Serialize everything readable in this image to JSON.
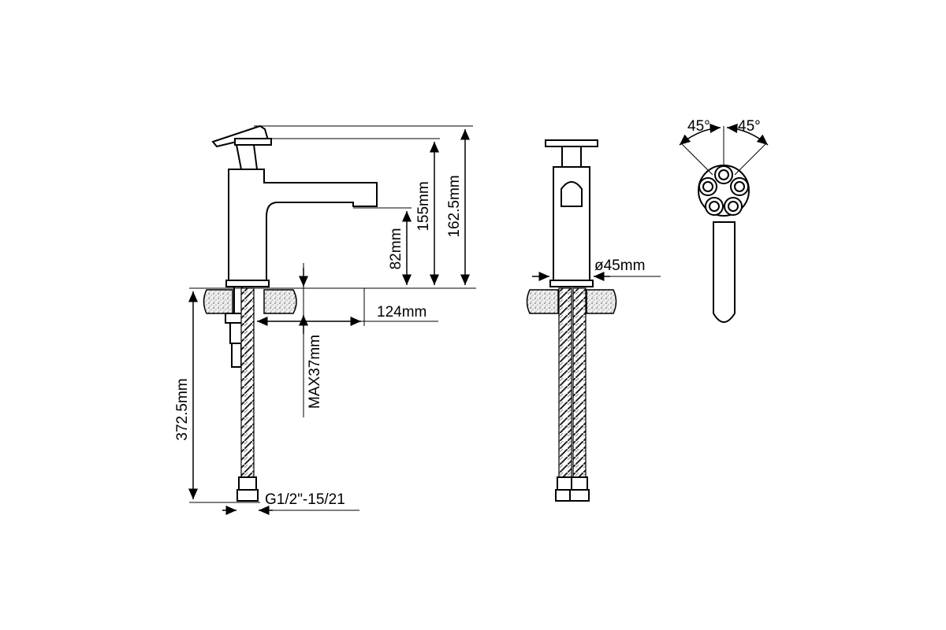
{
  "diagram": {
    "dimensions": {
      "height_total": "162.5mm",
      "height_spout": "155mm",
      "height_outlet": "82mm",
      "reach": "124mm",
      "max_deck": "MAX37mm",
      "hose_length": "372.5mm",
      "thread": "G1/2\"-15/21",
      "base_diameter": "ø45mm",
      "angle_left": "45°",
      "angle_right": "45°"
    },
    "colors": {
      "line": "#000000",
      "background": "#ffffff",
      "hose_weave": "#222222"
    }
  }
}
